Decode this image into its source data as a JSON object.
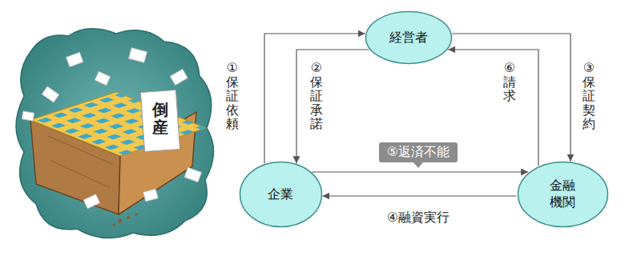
{
  "diagram": {
    "nodes": [
      {
        "text": [
          "経営者"
        ]
      },
      {
        "text": [
          "企業"
        ]
      },
      {
        "text": [
          "金融機関"
        ]
      }
    ],
    "edges": [
      {
        "from": 1,
        "to": 0,
        "arrow": "to",
        "label": "①保証依頼"
      },
      {
        "from": 0,
        "to": 1,
        "arrow": "to",
        "label": "②保証承諾"
      },
      {
        "from": 0,
        "to": 2,
        "arrow": "to",
        "label": "③保証契約"
      },
      {
        "from": 2,
        "to": 1,
        "arrow": "to",
        "label": "④融資実行"
      },
      {
        "from": 1,
        "to": 2,
        "arrow": "to",
        "label": "⑤返済不能"
      },
      {
        "from": 2,
        "to": 0,
        "arrow": "to",
        "label": "⑥請求"
      }
    ],
    "labels": [
      "倒産"
    ]
  }
}
